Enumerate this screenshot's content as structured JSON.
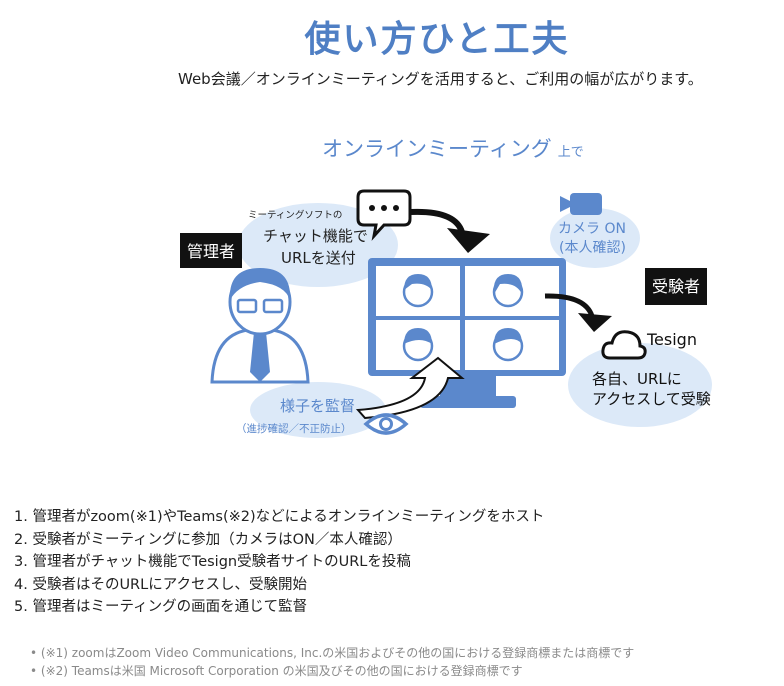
{
  "header": {
    "title": "使い方ひと工夫",
    "subtitle": "Web会議／オンラインミーティングを活用すると、ご利用の幅が広がります。"
  },
  "diagram": {
    "heading": "オンラインミーティング",
    "heading_suffix": "上で",
    "admin_label": "管理者",
    "examinee_label": "受験者",
    "chat_caption_small": "ミーティングソフトの",
    "chat_caption_line1": "チャット機能で",
    "chat_caption_line2": "URLを送付",
    "camera_line1": "カメラ ON",
    "camera_line2": "(本人確認)",
    "tesign_label": "Tesign",
    "access_line1": "各自、URLに",
    "access_line2": "アクセスして受験",
    "monitor_line1": "様子を監督",
    "monitor_line2": "（進捗確認／不正防止）",
    "colors": {
      "accent": "#5b88cc",
      "bubble": "#dce9f8",
      "dark": "#111111"
    }
  },
  "steps": [
    "1. 管理者がzoom(※1)やTeams(※2)などによるオンラインミーティングをホスト",
    "2. 受験者がミーティングに参加（カメラはON／本人確認）",
    "3. 管理者がチャット機能でTesign受験者サイトのURLを投稿",
    "4. 受験者はそのURLにアクセスし、受験開始",
    "5. 管理者はミーティングの画面を通じて監督"
  ],
  "notes": [
    "(※1) zoomはZoom Video Communications, Inc.の米国およびその他の国における登録商標または商標です",
    "(※2) Teamsは米国 Microsoft Corporation の米国及びその他の国における登録商標です"
  ]
}
